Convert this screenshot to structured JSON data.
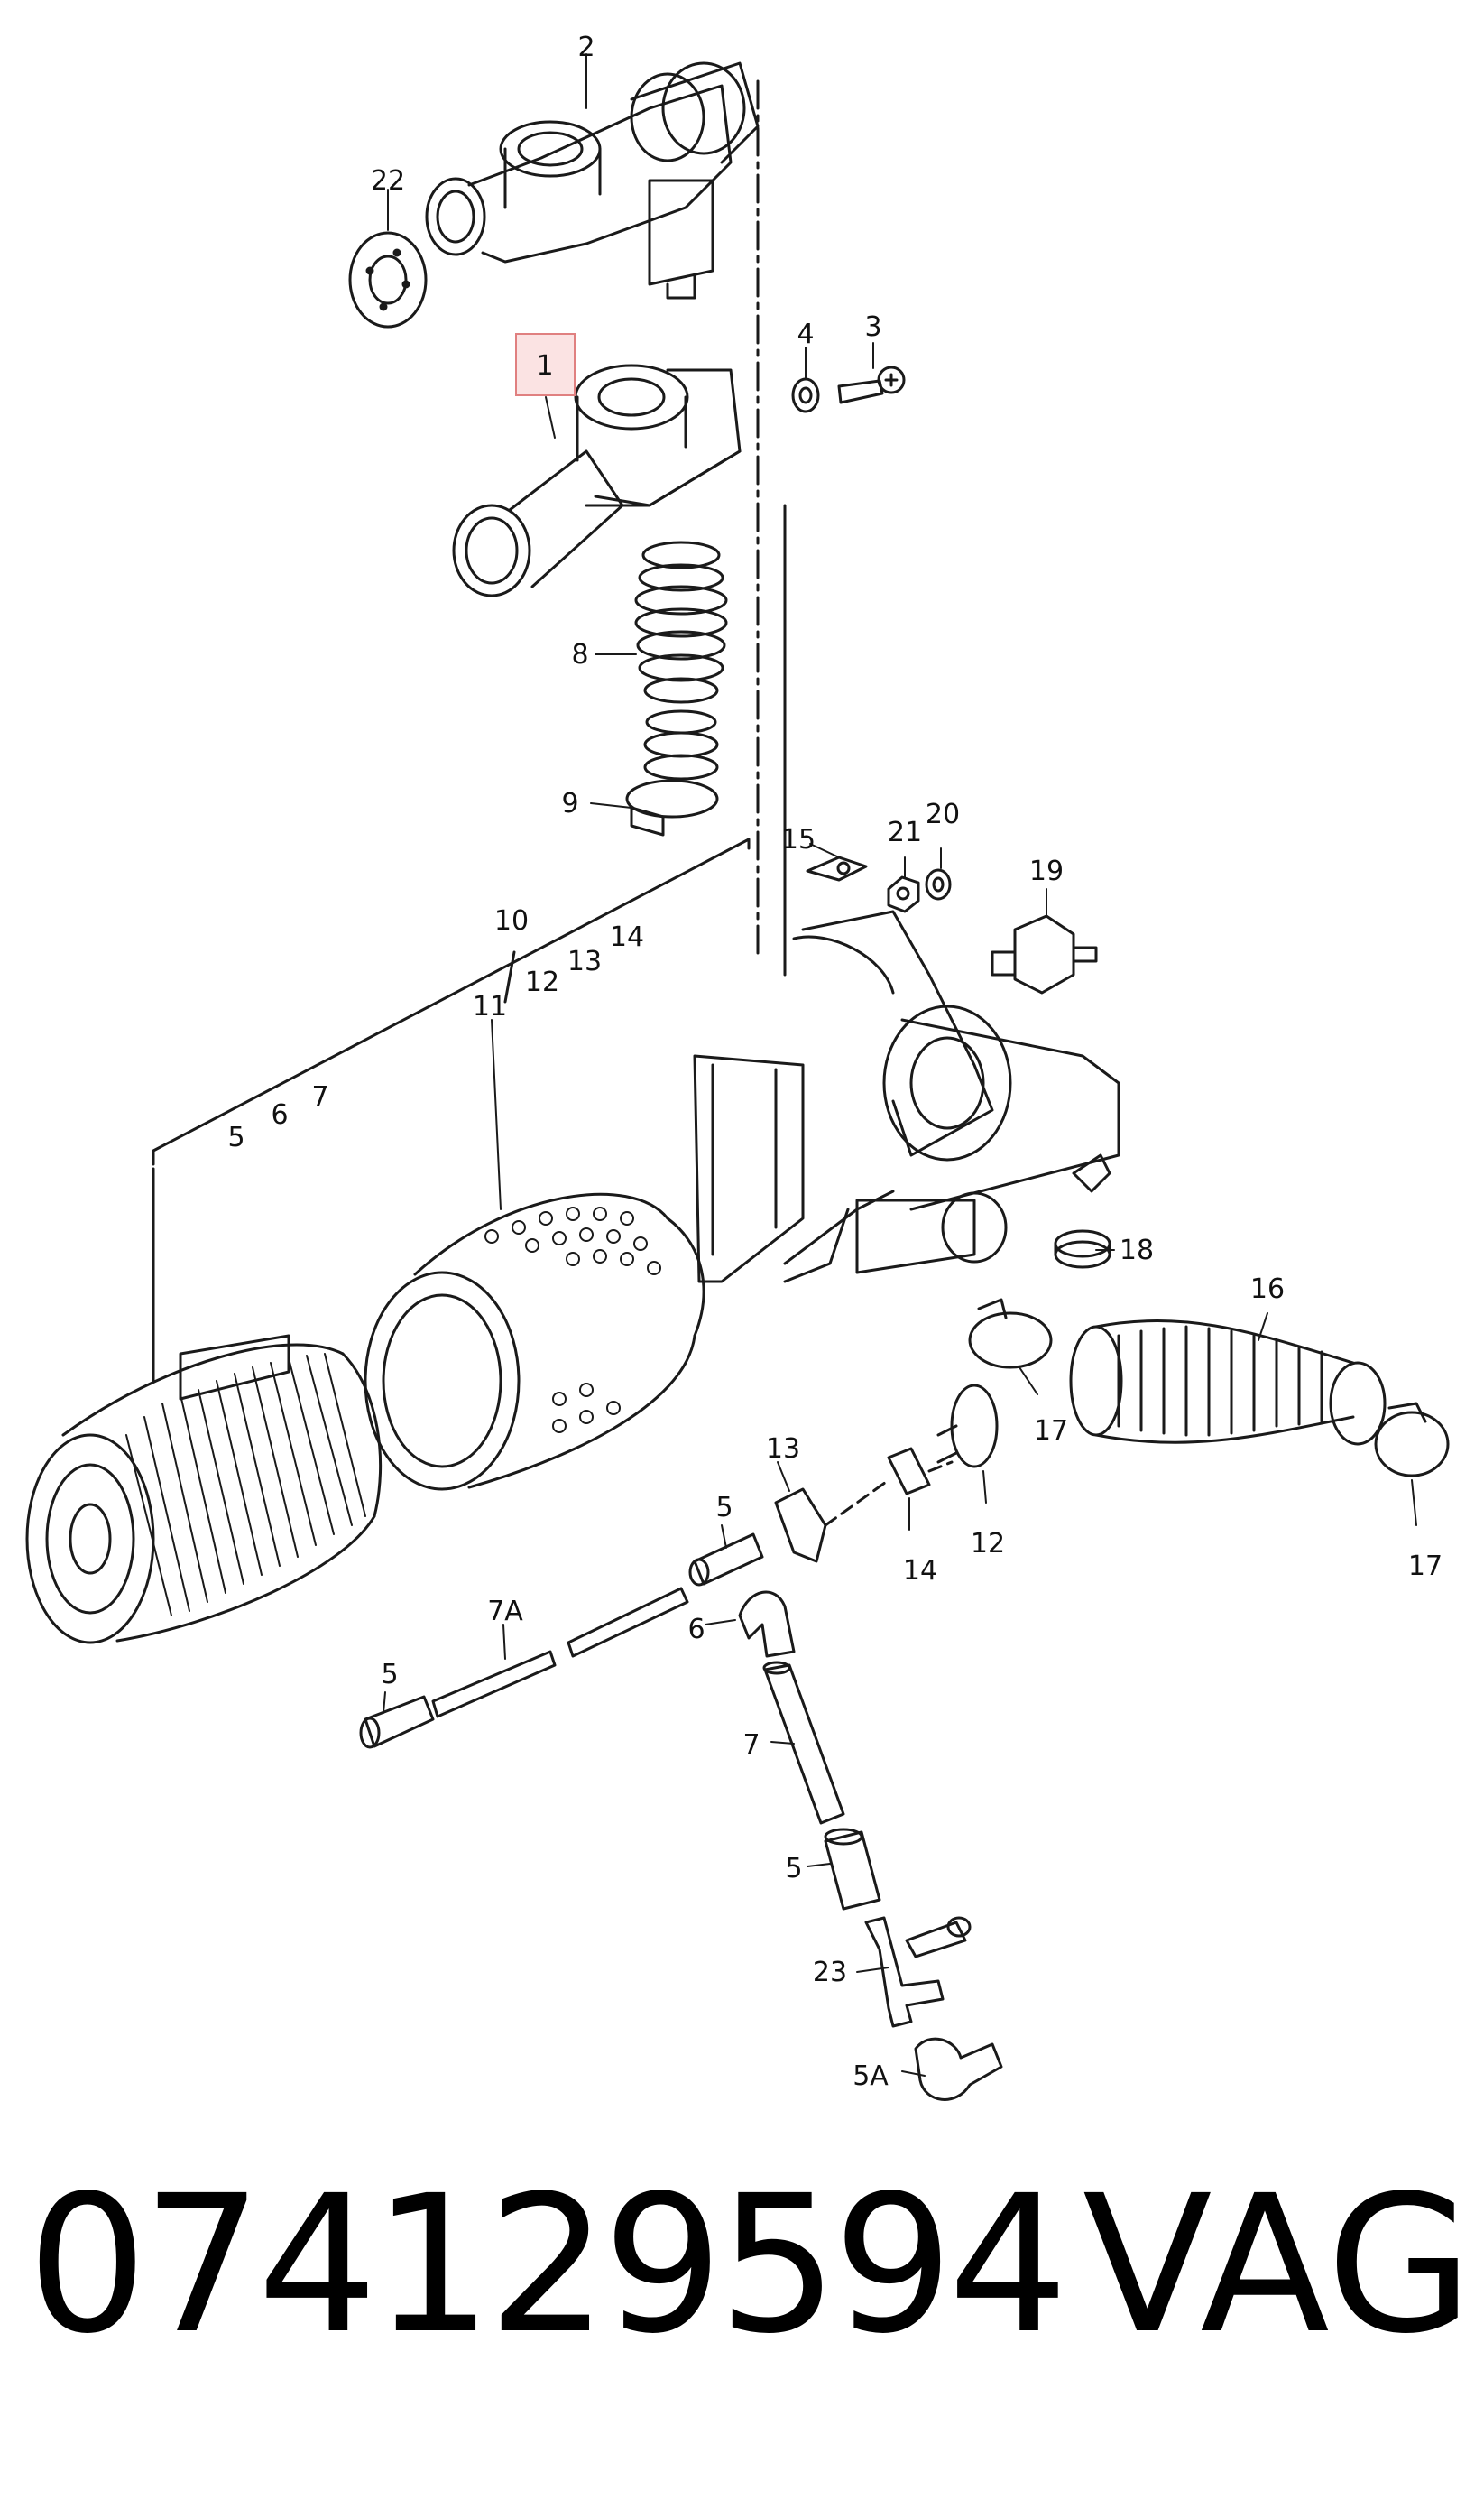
{
  "labels": [
    {
      "id": "2",
      "text": "2"
    },
    {
      "id": "22",
      "text": "22"
    },
    {
      "id": "1",
      "text": "1",
      "highlight": true
    },
    {
      "id": "4",
      "text": "4"
    },
    {
      "id": "3",
      "text": "3"
    },
    {
      "id": "8",
      "text": "8"
    },
    {
      "id": "9",
      "text": "9"
    },
    {
      "id": "15",
      "text": "15"
    },
    {
      "id": "21",
      "text": "21"
    },
    {
      "id": "20",
      "text": "20"
    },
    {
      "id": "19",
      "text": "19"
    },
    {
      "id": "10",
      "text": "10"
    },
    {
      "id": "14a",
      "text": "14"
    },
    {
      "id": "13a",
      "text": "13"
    },
    {
      "id": "12a",
      "text": "12"
    },
    {
      "id": "11",
      "text": "11"
    },
    {
      "id": "7a",
      "text": "7"
    },
    {
      "id": "6a",
      "text": "6"
    },
    {
      "id": "5a",
      "text": "5"
    },
    {
      "id": "18",
      "text": "18"
    },
    {
      "id": "16",
      "text": "16"
    },
    {
      "id": "17a",
      "text": "17"
    },
    {
      "id": "17b",
      "text": "17"
    },
    {
      "id": "13b",
      "text": "13"
    },
    {
      "id": "14b",
      "text": "14"
    },
    {
      "id": "12b",
      "text": "12"
    },
    {
      "id": "5b",
      "text": "5"
    },
    {
      "id": "7A",
      "text": "7A"
    },
    {
      "id": "6b",
      "text": "6"
    },
    {
      "id": "5c",
      "text": "5"
    },
    {
      "id": "7b",
      "text": "7"
    },
    {
      "id": "5d",
      "text": "5"
    },
    {
      "id": "23",
      "text": "23"
    },
    {
      "id": "5A",
      "text": "5A"
    }
  ],
  "caption": {
    "part_number": "074129594",
    "brand": "VAG"
  },
  "colors": {
    "line": "#1a1a1a",
    "highlight_border": "#e08080",
    "highlight_fill": "#fbe3e3"
  }
}
